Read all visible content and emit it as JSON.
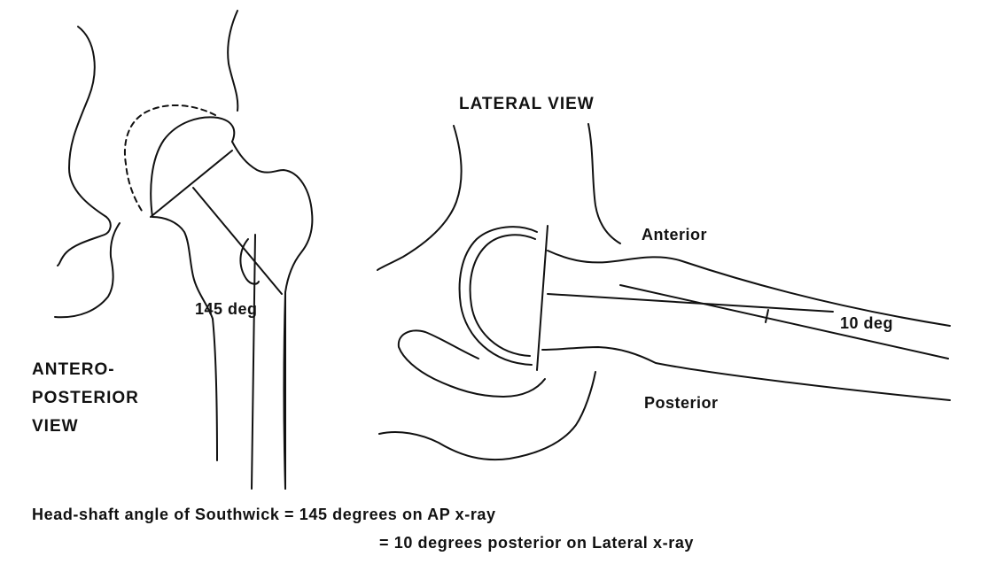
{
  "ap": {
    "view_label": [
      "ANTERO-",
      "POSTERIOR",
      "VIEW"
    ],
    "angle_label": "145 deg"
  },
  "lateral": {
    "view_label": "LATERAL VIEW",
    "anterior_label": "Anterior",
    "posterior_label": "Posterior",
    "angle_label": "10 deg"
  },
  "caption": {
    "line1": "Head-shaft angle of Southwick = 145 degrees on AP x-ray",
    "line2": "= 10 degrees posterior on Lateral x-ray"
  },
  "colors": {
    "ink": "#111111",
    "background": "#ffffff"
  }
}
